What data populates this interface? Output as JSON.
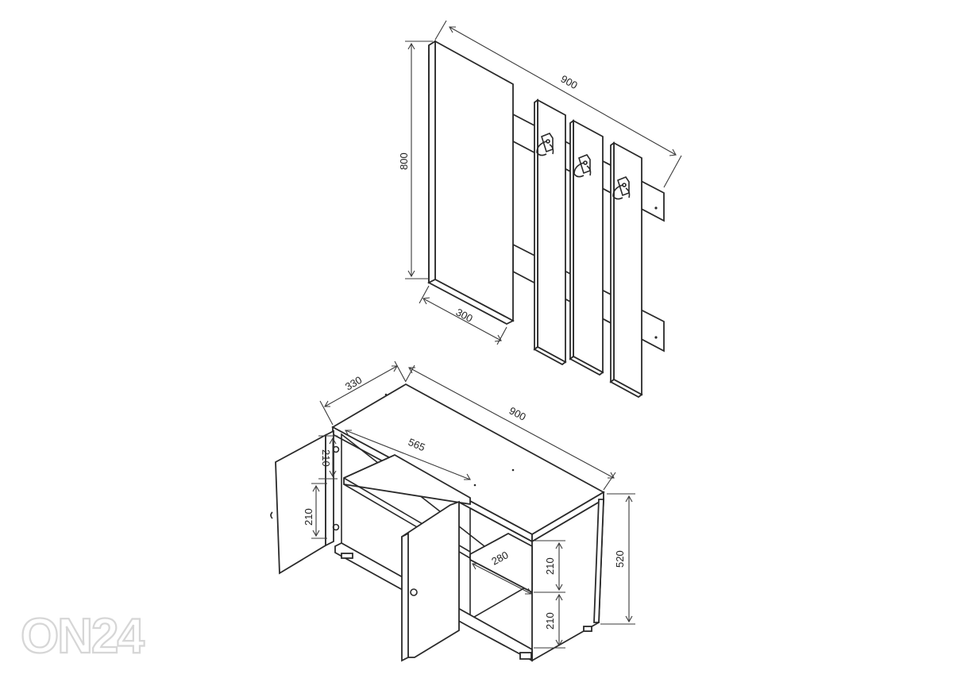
{
  "watermark": {
    "text": "ON24"
  },
  "coat_rack": {
    "width": "900",
    "height": "800",
    "mirror_width": "300"
  },
  "shoe_cabinet": {
    "depth": "330",
    "width": "900",
    "inner_width": "565",
    "shelf_depth": "280",
    "height": "520",
    "door_hole_top": "210",
    "door_hole_middle": "210",
    "side_upper": "210",
    "side_lower": "210"
  }
}
